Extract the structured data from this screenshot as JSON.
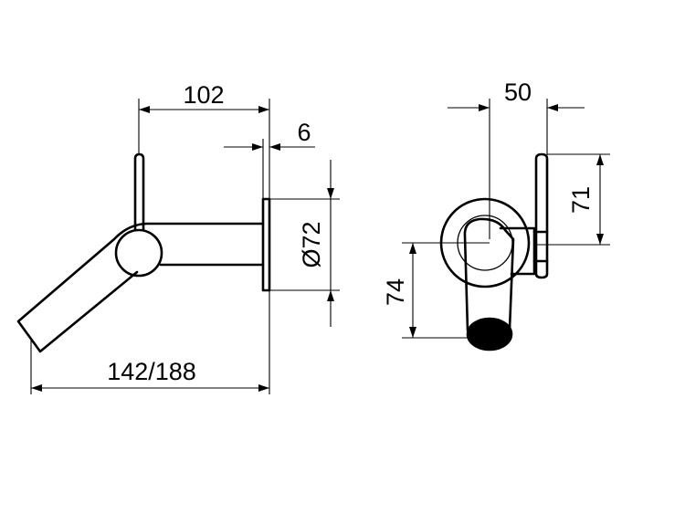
{
  "side_view": {
    "dim_length": "102",
    "dim_flange": "6",
    "dim_diameter": "Ø72",
    "dim_total": "142/188"
  },
  "front_view": {
    "dim_width": "50",
    "dim_lever_height": "71",
    "dim_spout_height": "74"
  }
}
